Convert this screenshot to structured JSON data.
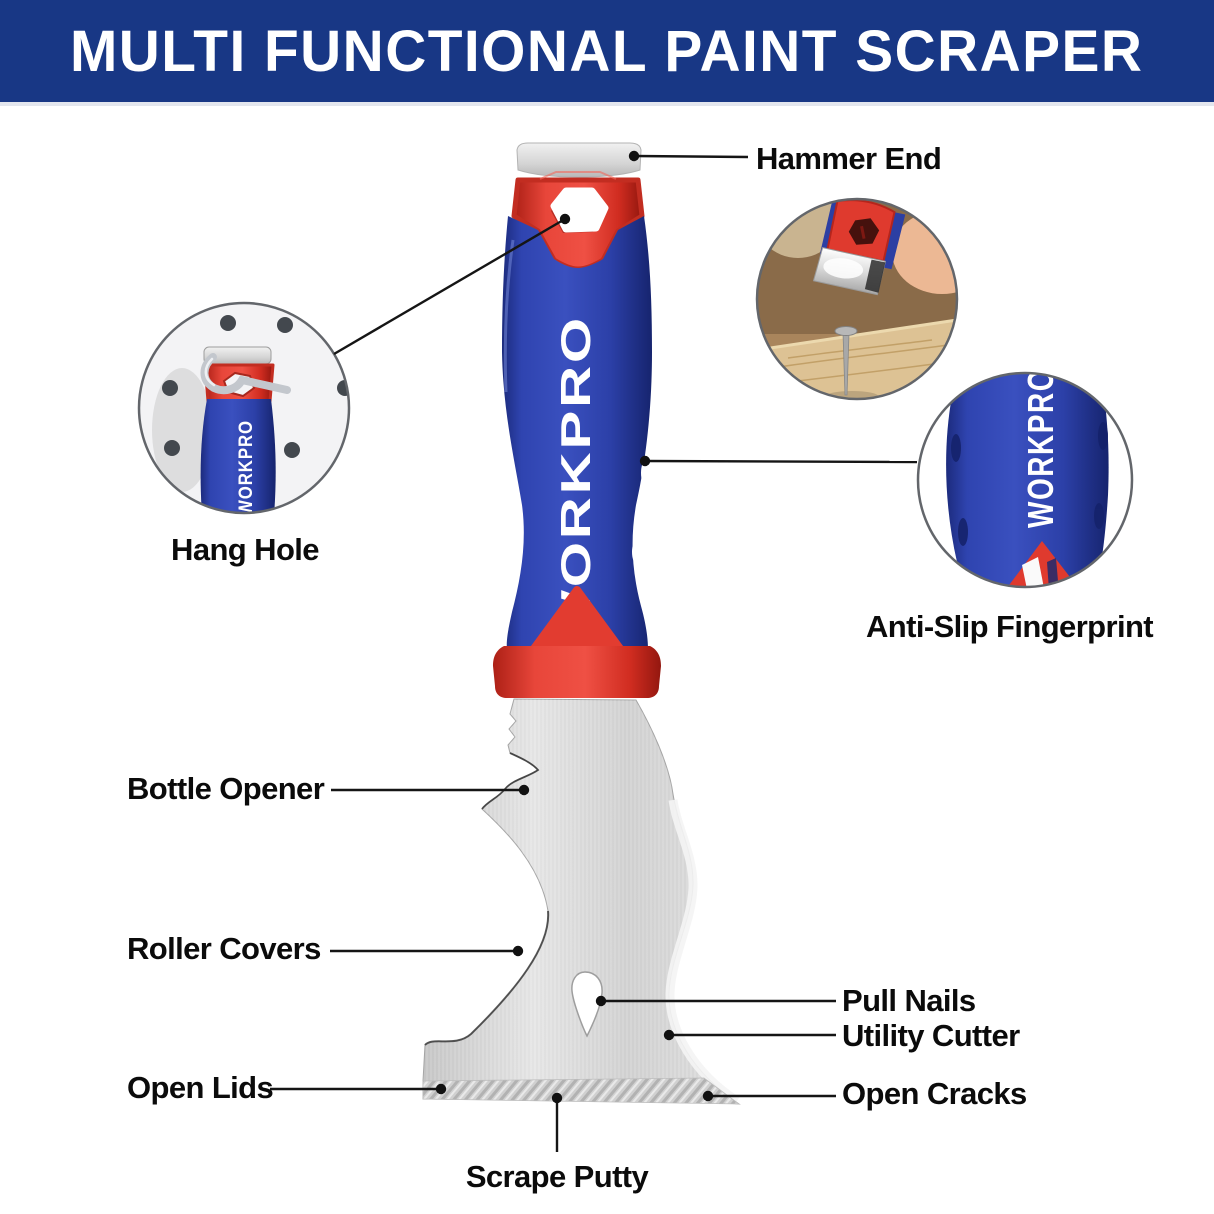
{
  "header": {
    "title": "MULTI FUNCTIONAL PAINT SCRAPER"
  },
  "brand": {
    "name": "WORKPRO"
  },
  "callouts": {
    "hammer_end": {
      "label": "Hammer End"
    },
    "hang_hole": {
      "label": "Hang Hole"
    },
    "anti_slip": {
      "label": "Anti-Slip Fingerprint"
    },
    "bottle_opener": {
      "label": "Bottle Opener"
    },
    "roller_covers": {
      "label": "Roller Covers"
    },
    "pull_nails": {
      "label": "Pull Nails"
    },
    "utility_cutter": {
      "label": "Utility Cutter"
    },
    "open_cracks": {
      "label": "Open Cracks"
    },
    "open_lids": {
      "label": "Open Lids"
    },
    "scrape_putty": {
      "label": "Scrape Putty"
    }
  },
  "colors": {
    "banner_blue": "#183785",
    "handle_blue": "#3a50bf",
    "accent_red": "#df3a2e",
    "metal_gray": "#d6d6d6",
    "label_text": "#0b0b0b",
    "leader_line": "#151515"
  }
}
